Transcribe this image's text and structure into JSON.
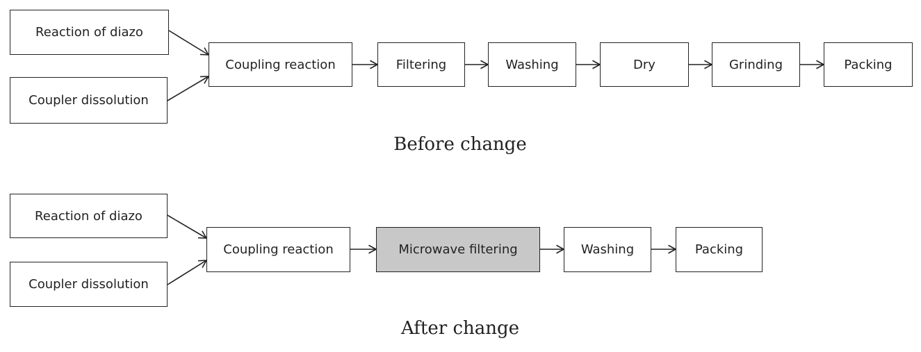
{
  "before": {
    "inputs": [
      "Reaction of diazo",
      "Coupler dissolution"
    ],
    "steps": [
      "Coupling reaction",
      "Filtering",
      "Washing",
      "Dry",
      "Grinding",
      "Packing"
    ],
    "caption": "Before change"
  },
  "after": {
    "inputs": [
      "Reaction of diazo",
      "Coupler dissolution"
    ],
    "steps": [
      "Coupling reaction",
      "Microwave filtering",
      "Washing",
      "Packing"
    ],
    "caption": "After change",
    "highlighted_step": "Microwave filtering"
  },
  "colors": {
    "line": "#222222",
    "box_fill": "#ffffff",
    "highlight_fill": "#c8c8c8"
  }
}
